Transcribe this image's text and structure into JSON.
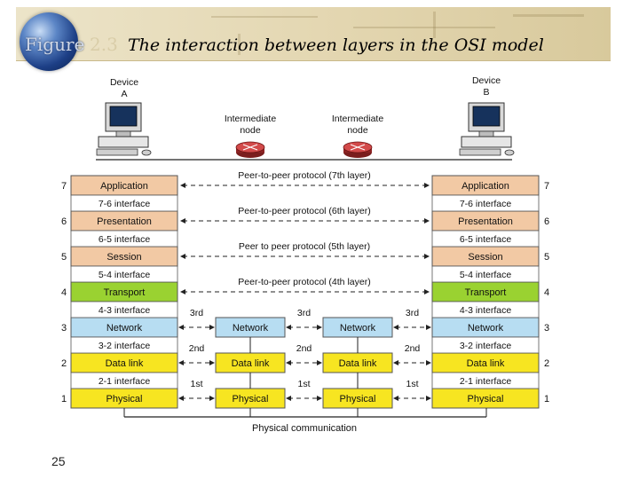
{
  "figure": {
    "label": "Figure",
    "number": "2.3",
    "title": "The interaction between layers in the OSI model"
  },
  "page_number": "25",
  "devices": {
    "a": "Device\nA",
    "b": "Device\nB",
    "intermediate_1": "Intermediate\nnode",
    "intermediate_2": "Intermediate\nnode"
  },
  "layers": [
    {
      "num": "7",
      "name": "Application",
      "color": "#f2c9a4"
    },
    {
      "num": "6",
      "name": "Presentation",
      "color": "#f2c9a4"
    },
    {
      "num": "5",
      "name": "Session",
      "color": "#f2c9a4"
    },
    {
      "num": "4",
      "name": "Transport",
      "color": "#9ad231"
    },
    {
      "num": "3",
      "name": "Network",
      "color": "#b7ddf2"
    },
    {
      "num": "2",
      "name": "Data link",
      "color": "#f7e521"
    },
    {
      "num": "1",
      "name": "Physical",
      "color": "#f7e521"
    }
  ],
  "interfaces_left": [
    "7-6 interface",
    "6-5 interface",
    "5-4 interface",
    "4-3 interface",
    "3-2 interface",
    "2-1 interface"
  ],
  "interfaces_right": [
    "7-6 interface",
    "6-5 interface",
    "5-4 interface",
    "4-3 interface",
    "3-2 interface",
    "2-1 interface"
  ],
  "peer_protocols": [
    "Peer-to-peer protocol (7th layer)",
    "Peer-to-peer protocol (6th layer)",
    "Peer to peer protocol (5th layer)",
    "Peer-to-peer protocol (4th layer)"
  ],
  "hop_labels": {
    "third": "3rd",
    "second": "2nd",
    "first": "1st"
  },
  "intermediate_layers": [
    "Network",
    "Data link",
    "Physical"
  ],
  "physical_communication": "Physical communication"
}
